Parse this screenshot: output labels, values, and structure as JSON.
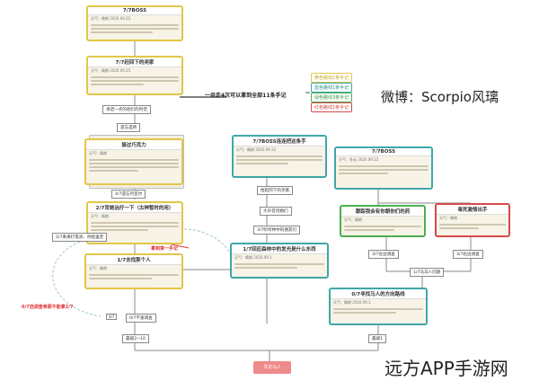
{
  "legend": {
    "summary": "一共走4次可以拿到全部11条手记",
    "items": [
      {
        "label": "黄色路线1条手记",
        "color": "#e2c648"
      },
      {
        "label": "蓝色路线1条手记",
        "color": "#3fa7a7"
      },
      {
        "label": "绿色路线3条手记",
        "color": "#4caf50"
      },
      {
        "label": "红色路线1条手记",
        "color": "#d64a4a"
      }
    ]
  },
  "weibo": "微博：Scorpio风璃",
  "watermark": "远方APP手游网",
  "cards": {
    "top_boss": {
      "title": "7/7BOSS",
      "meta": "天气：睛朗    2020.09.22"
    },
    "second": {
      "title": "7/7赶回下的尧家",
      "meta": "天气：睛朗    2020.09.25"
    },
    "yellow_main": {
      "title": "接过巧克力",
      "meta": "天气：睛朗"
    },
    "yellow_low": {
      "title": "2/7背她治疗一下（古神暂时的用）",
      "meta": "天气：睛朗"
    },
    "yellow_bottom": {
      "title": "1/7去找那个人",
      "meta": "天气：睛朗"
    },
    "mid_boss": {
      "title": "7/7BOSS连连把这条手",
      "meta": "天气：睛朗    2020.09.22"
    },
    "mid_low": {
      "title": "1/7回应森林中的发光是什么东西",
      "meta": "天气：睛朗    2020.09.1"
    },
    "right_boss": {
      "title": "7/7BOSS",
      "meta": "天气：多云    2020.09.22"
    },
    "green_card": {
      "title": "跟踪我会有你朝你们的药",
      "meta": "天气：睛朗"
    },
    "red_card": {
      "title": "毒死激情出手",
      "meta": "天气：睛朗"
    },
    "right_bottom": {
      "title": "0/7寻找马人的方向路线",
      "meta": "天气：睛朗    2020.09.1"
    }
  },
  "labels": {
    "rest_watch": "承诺一点的他们的时迟",
    "choose": "遗忘是终",
    "sep_47": "4/7遗忘月宣尔",
    "bag": "2/7来来打电池、你给里走",
    "deck_one": "0/7不速调查",
    "mid_lbl1": "抬起阿下的尧家",
    "mid_lbl2": "大声音问她们",
    "mid_lbl3": "3/7听听林中的朋友们",
    "right_lbl1": "3/7左边调查",
    "right_lbl2": "3/7右边调查",
    "right_lbl3": "1/7马马人问题",
    "left_end": "最级2~10",
    "right_end": "最级1",
    "final": "寻访马人",
    "tiny": "0/7",
    "red_left": "0/7选调查骨那不能拿2/7",
    "red_mid": "拿到第一手记"
  }
}
